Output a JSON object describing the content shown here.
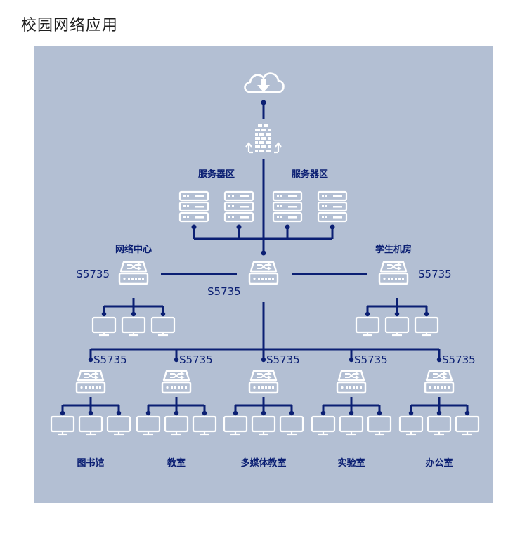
{
  "title": "校园网络应用",
  "server_zone_left": "服务器区",
  "server_zone_right": "服务器区",
  "network_center": "网络中心",
  "student_lab": "学生机房",
  "switch_model": "S5735",
  "departments": [
    "图书馆",
    "教室",
    "多媒体教室",
    "实验室",
    "办公室"
  ],
  "colors": {
    "background": "#b3bfd3",
    "line": "#0b1f73",
    "device": "#ffffff"
  },
  "icons": [
    "cloud-download-icon",
    "firewall-icon",
    "server-icon",
    "switch-icon",
    "monitor-icon"
  ]
}
